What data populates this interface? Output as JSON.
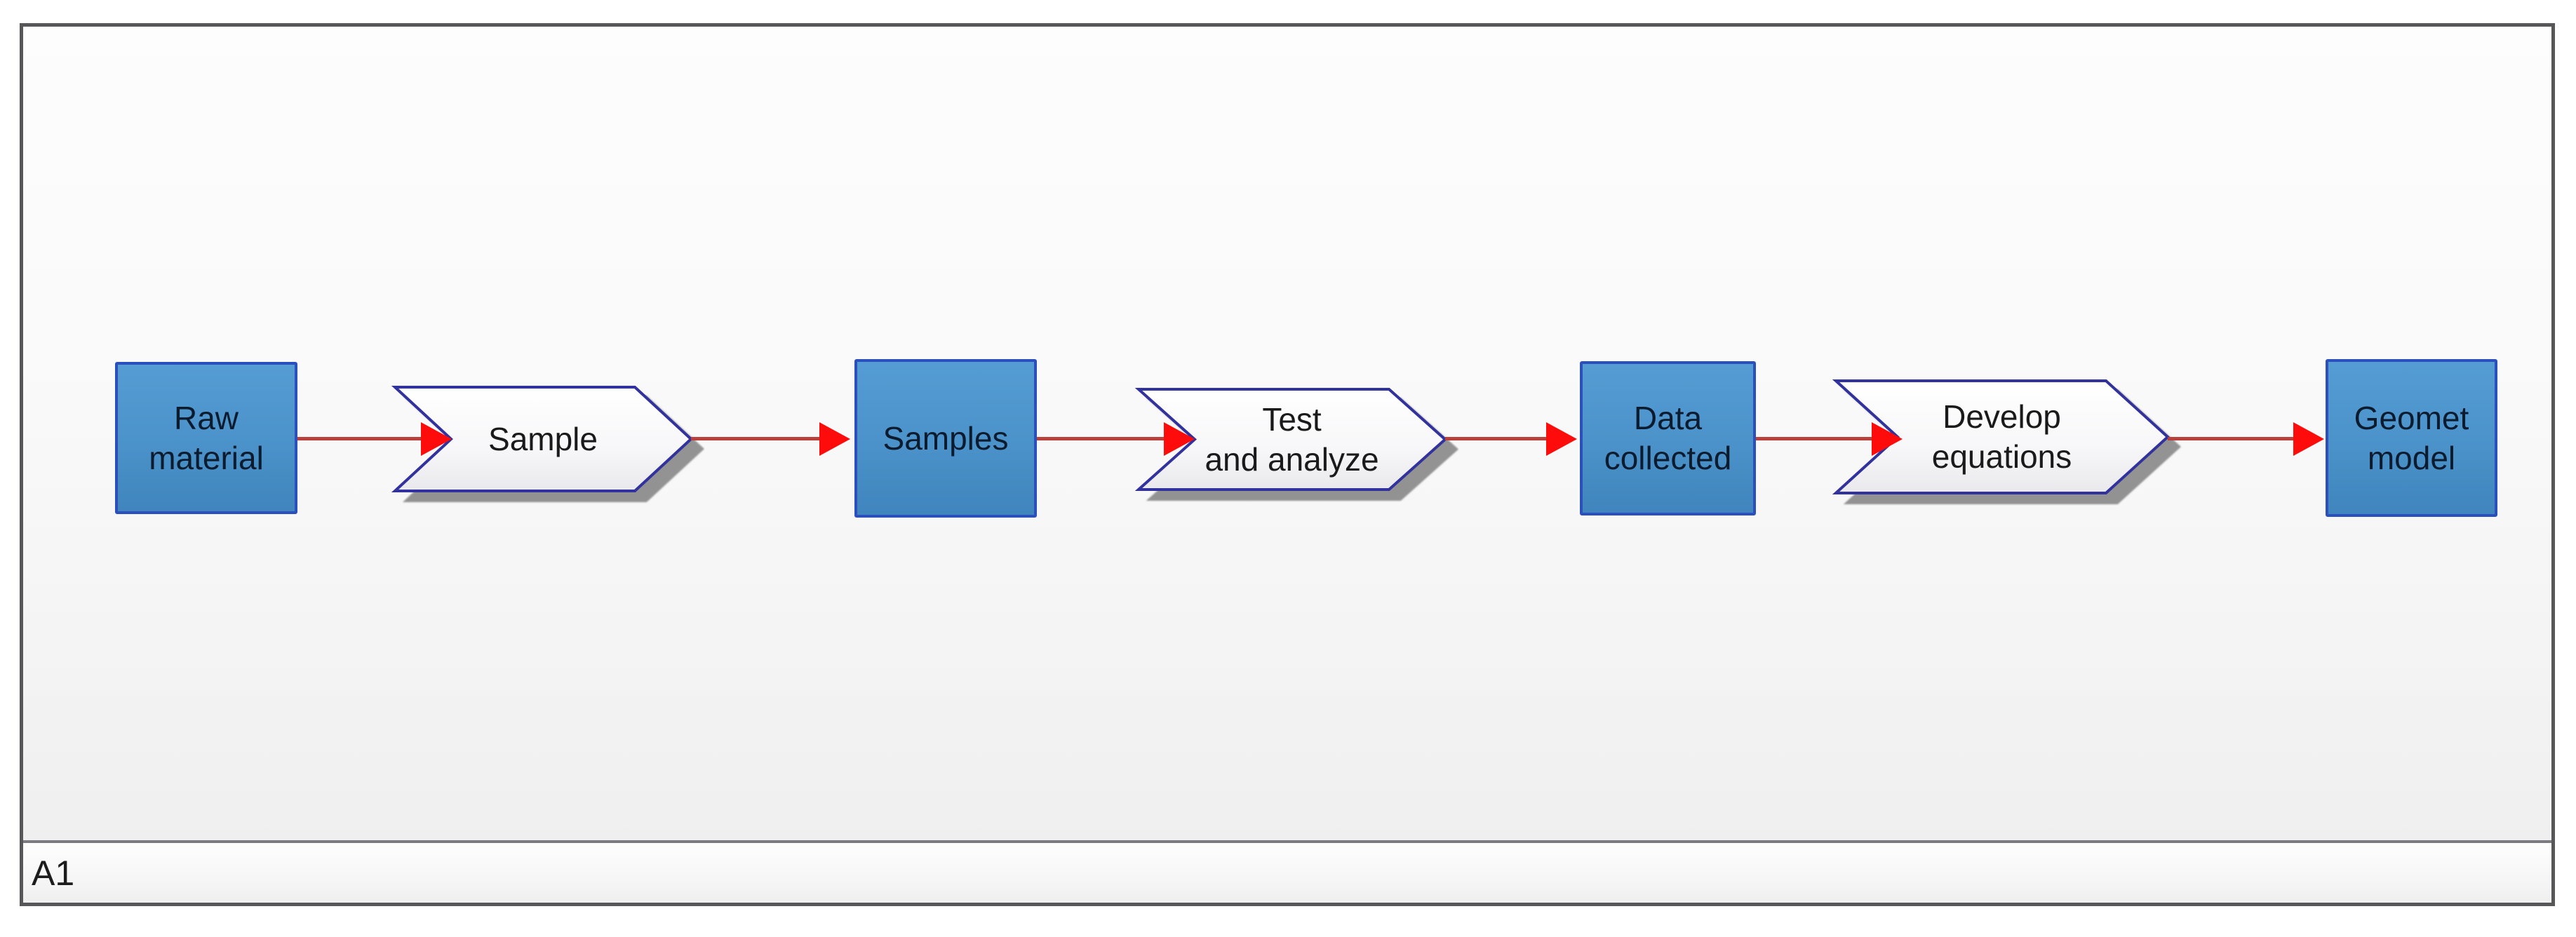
{
  "footer": {
    "label": "A1"
  },
  "colors": {
    "frame_border": "#57575A",
    "box_fill_top": "#549CD3",
    "box_fill_bottom": "#4085BD",
    "box_border": "#2B50BE",
    "box_text": "#0D1B2E",
    "chevron_fill": "#FFFFFF",
    "chevron_fill_shade": "#E9E9ED",
    "chevron_border": "#32329E",
    "chevron_text": "#1A1A1A",
    "arrow_line": "#B8413E",
    "arrow_head": "#FE0B0B"
  },
  "nodes": [
    {
      "id": "raw-material",
      "shape": "box",
      "lines": [
        "Raw",
        "material"
      ]
    },
    {
      "id": "sample",
      "shape": "chevron",
      "lines": [
        "Sample"
      ]
    },
    {
      "id": "samples",
      "shape": "box",
      "lines": [
        "Samples"
      ]
    },
    {
      "id": "test-and-analyze",
      "shape": "chevron",
      "lines": [
        "Test",
        "and analyze"
      ]
    },
    {
      "id": "data-collected",
      "shape": "box",
      "lines": [
        "Data",
        "collected"
      ]
    },
    {
      "id": "develop-equations",
      "shape": "chevron",
      "lines": [
        "Develop",
        "equations"
      ]
    },
    {
      "id": "geomet-model",
      "shape": "box",
      "lines": [
        "Geomet",
        "model"
      ]
    }
  ],
  "connections": [
    {
      "from": "raw-material",
      "to": "sample"
    },
    {
      "from": "sample",
      "to": "samples"
    },
    {
      "from": "samples",
      "to": "test-and-analyze"
    },
    {
      "from": "test-and-analyze",
      "to": "data-collected"
    },
    {
      "from": "data-collected",
      "to": "develop-equations"
    },
    {
      "from": "develop-equations",
      "to": "geomet-model"
    }
  ]
}
